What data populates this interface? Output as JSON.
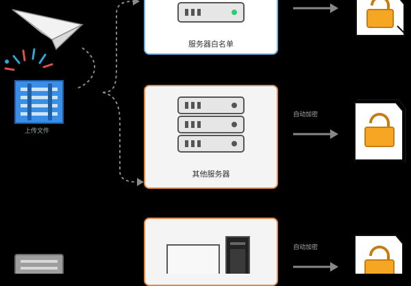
{
  "nodes": {
    "whitelist_server": {
      "label": "服务器白名单"
    },
    "other_server": {
      "label": "其他服务器"
    },
    "upload_file": {
      "label": "上传文件"
    }
  },
  "arrows": {
    "mid_label": "自动加密",
    "bot_label": "自动加密"
  },
  "colors": {
    "highlight_border": "#6fb3e6",
    "normal_border": "#e08a4a",
    "lock": "#f5a623",
    "document_outline": "#1a1a1a",
    "doc_blue": "#3a8ee6"
  }
}
